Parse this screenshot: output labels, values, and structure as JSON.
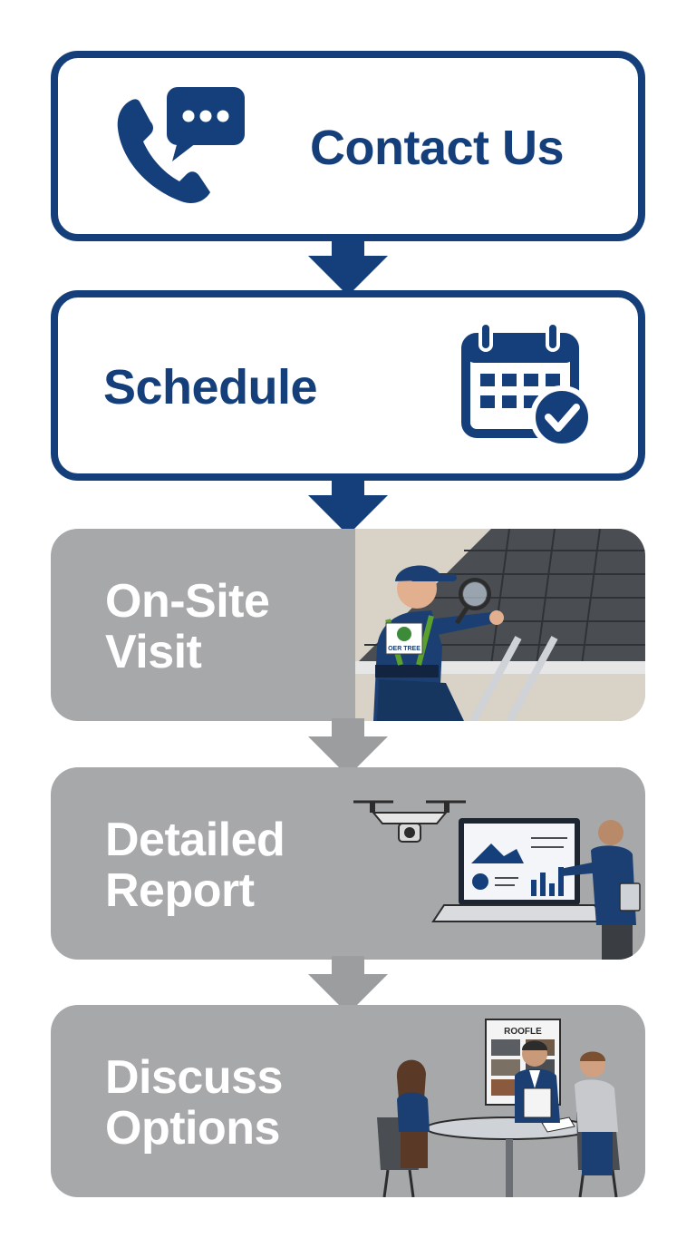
{
  "colors": {
    "primary": "#143f7a",
    "muted": "#a7a8aa",
    "muted_arrow": "#9c9d9f",
    "background": "#ffffff"
  },
  "steps": [
    {
      "label": "Contact Us",
      "icon": "phone-chat-icon",
      "state": "active"
    },
    {
      "label": "Schedule",
      "icon": "calendar-check-icon",
      "state": "active"
    },
    {
      "label_lines": [
        "On-Site",
        "Visit"
      ],
      "illustration": "roof-inspector-illustration",
      "state": "muted",
      "badge_text": "OER TREE"
    },
    {
      "label_lines": [
        "Detailed",
        "Report"
      ],
      "illustration": "drone-laptop-report-illustration",
      "state": "muted"
    },
    {
      "label_lines": [
        "Discuss",
        "Options"
      ],
      "illustration": "meeting-table-illustration",
      "state": "muted",
      "board_title": "ROOFLE"
    }
  ]
}
